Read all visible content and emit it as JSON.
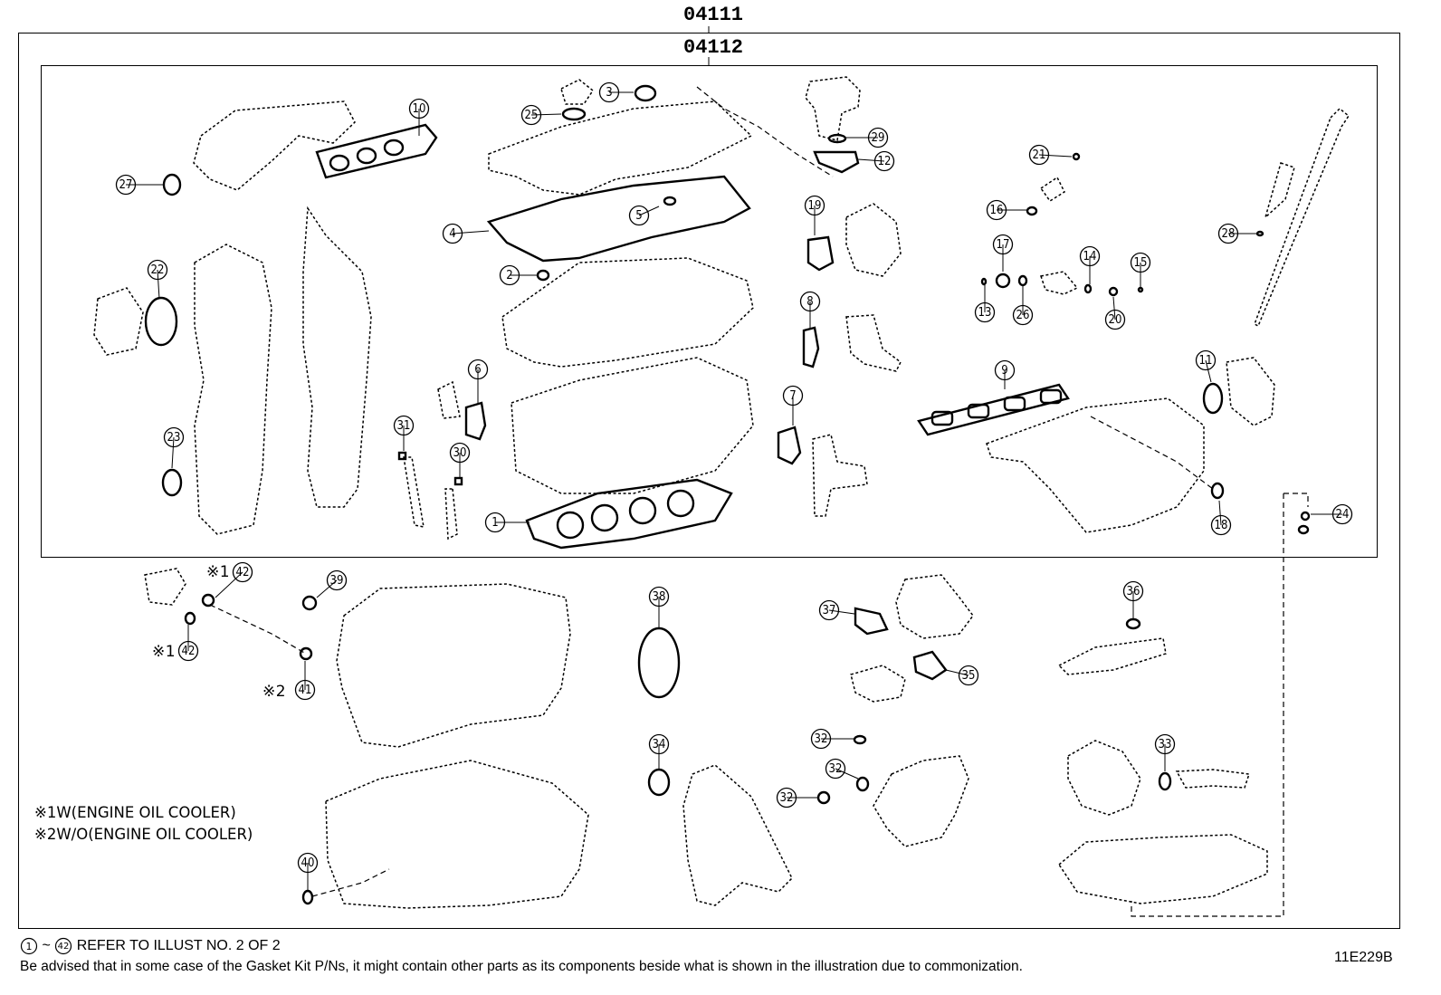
{
  "header": {
    "outer_kit": "04111",
    "inner_kit": "04112"
  },
  "notes": [
    {
      "mark": "※1",
      "text": "W(ENGINE OIL COOLER)"
    },
    {
      "mark": "※2",
      "text": "W/O(ENGINE OIL COOLER)"
    }
  ],
  "footer": {
    "range_from": "1",
    "range_to": "42",
    "range_sep": "~",
    "refer_text": "REFER TO ILLUST NO. 2 OF 2",
    "disclaimer": "Be advised that in some case of the Gasket Kit P/Ns,  it might contain other parts as its components beside what is shown in the illustration due to commonization.",
    "illustration_id": "11E229B"
  },
  "callouts": [
    "1",
    "2",
    "3",
    "4",
    "5",
    "6",
    "7",
    "8",
    "9",
    "10",
    "11",
    "12",
    "13",
    "14",
    "15",
    "16",
    "17",
    "18",
    "19",
    "20",
    "21",
    "22",
    "23",
    "24",
    "25",
    "26",
    "27",
    "28",
    "29",
    "30",
    "31",
    "32",
    "32",
    "32",
    "33",
    "34",
    "35",
    "36",
    "37",
    "38",
    "39",
    "40",
    "41",
    "42",
    "42"
  ],
  "callout_marks": {
    "41": "※2",
    "42a": "※1",
    "42b": "※1"
  }
}
